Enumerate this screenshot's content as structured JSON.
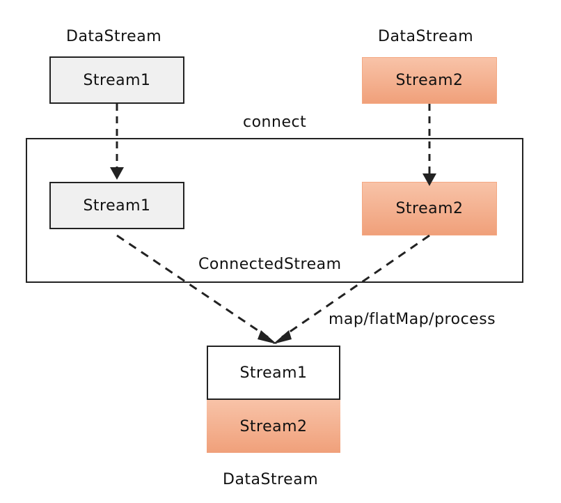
{
  "labels": {
    "source1": "DataStream",
    "source2": "DataStream",
    "connect": "connect",
    "connected": "ConnectedStream",
    "operation": "map/flatMap/process",
    "result": "DataStream"
  },
  "streams": {
    "stream1": "Stream1",
    "stream2": "Stream2"
  },
  "colors": {
    "gray_fill": "#f0f0f0",
    "orange_fill": "#f5b599",
    "orange_gradient_light": "#f8c3a8",
    "orange_gradient_dark": "#f0a07a",
    "stroke": "#222222"
  }
}
